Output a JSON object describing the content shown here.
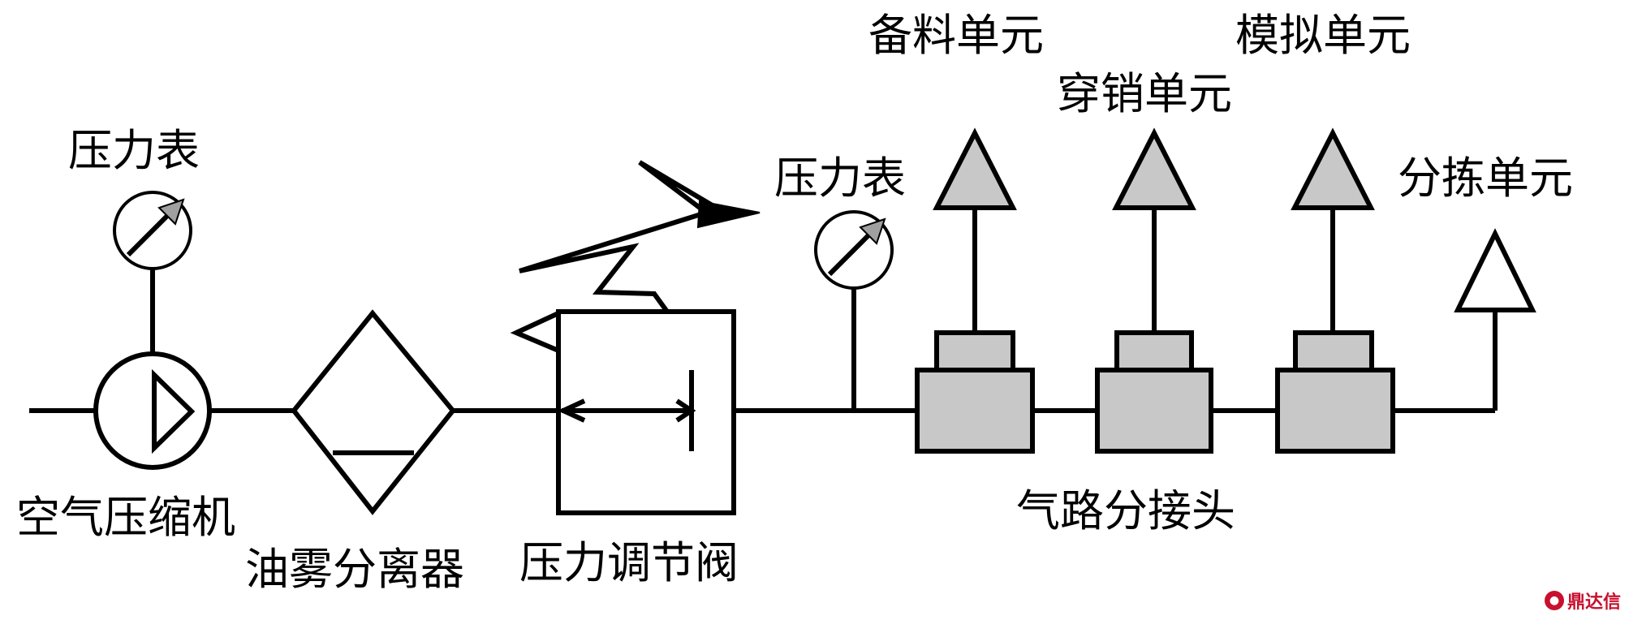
{
  "labels": {
    "gauge_left": "压力表",
    "gauge_right": "压力表",
    "compressor": "空气压缩机",
    "separator": "油雾分离器",
    "regulator": "压力调节阀",
    "manifold": "气路分接头",
    "unit_prep": "备料单元",
    "unit_pin": "穿销单元",
    "unit_sim": "模拟单元",
    "unit_sort": "分拣单元"
  },
  "watermark": "鼎达信",
  "colors": {
    "line": "#000000",
    "fill_gray": "#c8c8c8",
    "gauge_gray": "#a0a0a0",
    "watermark": "#c8102e"
  }
}
